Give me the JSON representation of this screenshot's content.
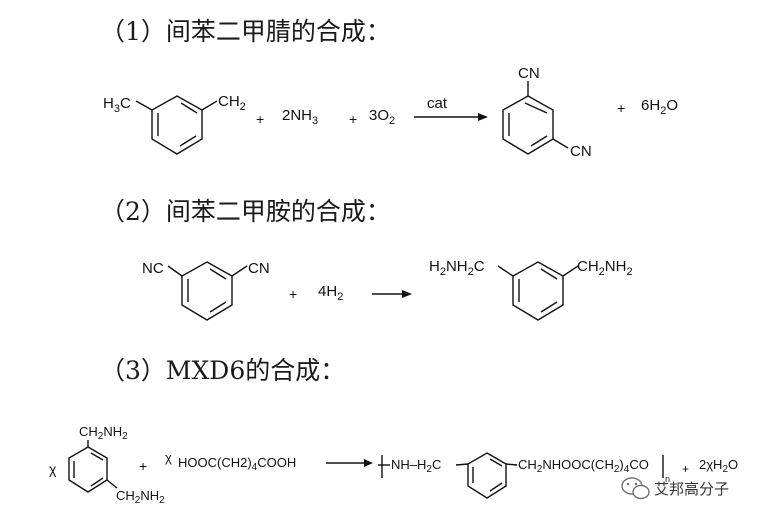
{
  "sections": [
    {
      "title": "（1）间苯二甲腈的合成："
    },
    {
      "title": "（2）间苯二甲胺的合成："
    },
    {
      "title": "（3）MXD6的合成："
    }
  ],
  "reaction1": {
    "reactant_left": "H",
    "reactant_left_sub": "3",
    "reactant_left_end": "C",
    "reactant_right": "CH",
    "reactant_right_sub": "2",
    "plus1": "+",
    "nh3": "2NH",
    "nh3_sub": "3",
    "plus2": "+",
    "o2": "3O",
    "o2_sub": "2",
    "catalyst": "cat",
    "product_top": "CN",
    "product_right": "CN",
    "plus3": "+",
    "water": "6H",
    "water_sub": "2",
    "water_end": "O"
  },
  "reaction2": {
    "reactant_left": "NC",
    "reactant_right": "CN",
    "plus": "+",
    "h2": "4H",
    "h2_sub": "2",
    "product_left": "H",
    "product_left_sub1": "2",
    "product_left_mid": "NH",
    "product_left_sub2": "2",
    "product_left_end": "C",
    "product_right": "CH",
    "product_right_sub1": "2",
    "product_right_mid": "NH",
    "product_right_sub2": "2"
  },
  "reaction3": {
    "coef": "χ",
    "top_group": "CH",
    "top_group_sub1": "2",
    "top_group_mid": "NH",
    "top_group_sub2": "2",
    "bottom_group": "CH",
    "bottom_group_sub1": "2",
    "bottom_group_mid": "NH",
    "bottom_group_sub2": "2",
    "plus1": "+",
    "coef2": "χ",
    "acid": "HOOC(CH2)",
    "acid_sub": "4",
    "acid_end": "COOH",
    "poly_left": "NH–H",
    "poly_left_sub": "2",
    "poly_left_end": "C",
    "poly_right": "CH",
    "poly_right_sub1": "2",
    "poly_right_mid": "NHOOC(CH",
    "poly_right_sub2": "2",
    "poly_right_mid2": ")",
    "poly_right_sub3": "4",
    "poly_right_end": "CO",
    "poly_n": "n",
    "plus2": "+",
    "water": "2χH",
    "water_sub": "2",
    "water_end": "O"
  },
  "watermark": {
    "text": "艾邦高分子",
    "icon": "wechat-icon"
  }
}
